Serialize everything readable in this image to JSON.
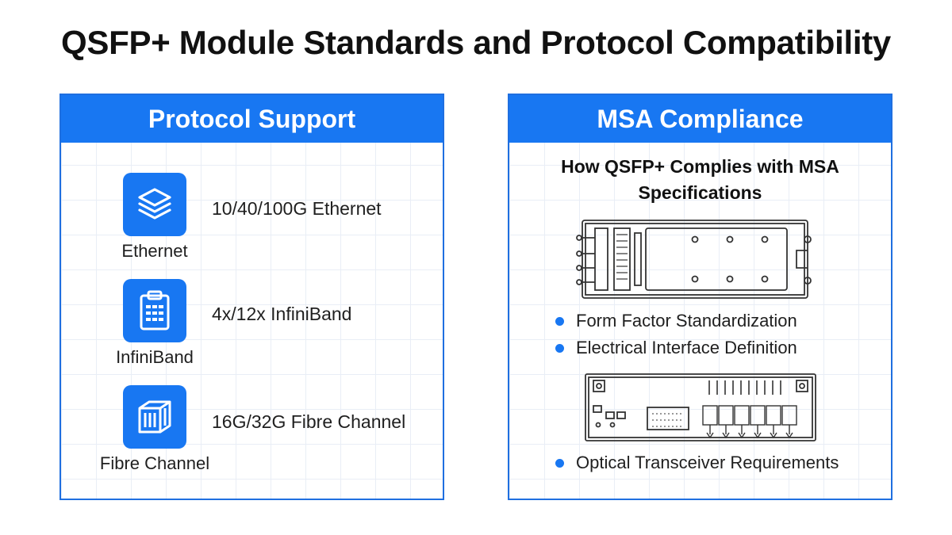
{
  "title": "QSFP+ Module Standards and Protocol Compatibility",
  "protocol_panel": {
    "heading": "Protocol Support",
    "items": [
      {
        "icon": "stacked-layers-icon",
        "label": "Ethernet",
        "desc": "10/40/100G Ethernet"
      },
      {
        "icon": "clipboard-grid-icon",
        "label": "InfiniBand",
        "desc": "4x/12x InfiniBand"
      },
      {
        "icon": "fibre-box-icon",
        "label": "Fibre Channel",
        "desc": "16G/32G Fibre Channel"
      }
    ]
  },
  "msa_panel": {
    "heading": "MSA Compliance",
    "subheading": "How QSFP+ Complies with MSA Specifications",
    "bullets": [
      "Form Factor Standardization",
      "Electrical Interface Definition",
      "Optical Transceiver Requirements"
    ]
  },
  "colors": {
    "accent": "#1877f2",
    "border": "#1f6fe0"
  }
}
